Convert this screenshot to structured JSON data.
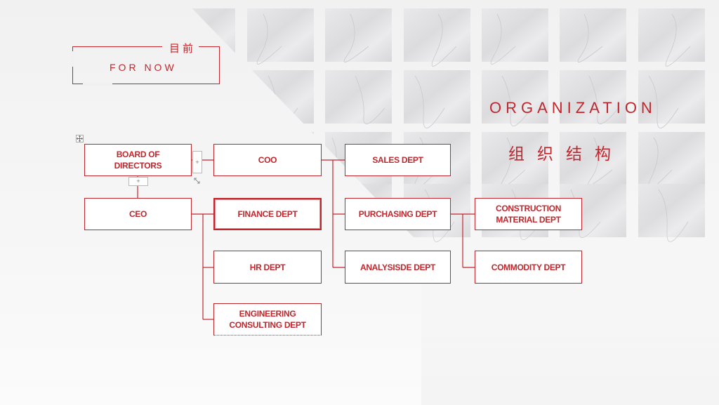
{
  "header": {
    "label_cn": "目前",
    "label_en": "FOR NOW",
    "title_en": "ORGANIZATION",
    "title_cn": "组织结构"
  },
  "org_chart": {
    "nodes": {
      "board": "BOARD OF DIRECTORS",
      "ceo": "CEO",
      "coo": "COO",
      "finance": "FINANCE DEPT",
      "hr": "HR DEPT",
      "engineering": "ENGINEERING CONSULTING DEPT",
      "sales": "SALES DEPT",
      "purchasing": "PURCHASING DEPT",
      "analysis": "ANALYSISDE DEPT",
      "construction": "CONSTRUCTION MATERIAL DEPT",
      "commodity": "COMMODITY DEPT"
    },
    "edges": [
      [
        "board",
        "coo"
      ],
      [
        "board",
        "ceo"
      ],
      [
        "ceo",
        "finance"
      ],
      [
        "ceo",
        "hr"
      ],
      [
        "ceo",
        "engineering"
      ],
      [
        "coo",
        "sales"
      ],
      [
        "coo",
        "purchasing"
      ],
      [
        "coo",
        "analysis"
      ],
      [
        "purchasing",
        "construction"
      ],
      [
        "purchasing",
        "commodity"
      ]
    ],
    "selected": "finance",
    "edit_handles": {
      "expand_right": "+",
      "expand_below": "+"
    }
  },
  "colors": {
    "accent": "#c0272d",
    "background": "#f2f2f2",
    "tile": "#e4e4e6"
  },
  "icons": {
    "move": "move-arrows-icon",
    "resize": "resize-arrows-icon"
  }
}
